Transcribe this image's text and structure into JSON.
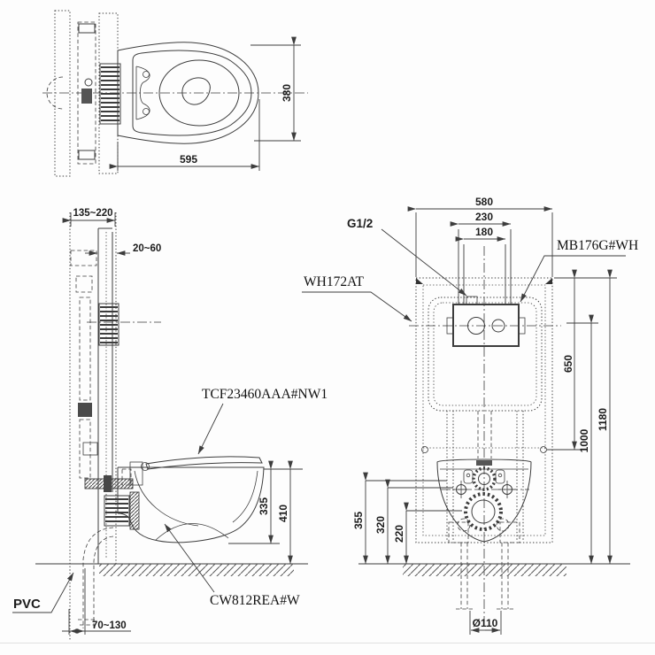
{
  "drawing": {
    "background": "#fdfdfd",
    "line_color": "#3d3d3d",
    "text_color": "#1c1c1c"
  },
  "plan_view": {
    "dim_width": "380",
    "dim_length": "595"
  },
  "side_view": {
    "dim_wall_depth": "135~220",
    "dim_finish_gap": "20~60",
    "dim_bowl_height": "335",
    "dim_rim_height": "410",
    "dim_outlet_offset": "70~130",
    "label_seat": "TCF23460AAA#NW1",
    "label_bowl": "CW812REA#W",
    "label_pipe": "PVC"
  },
  "front_view": {
    "dim_frame_width": "580",
    "dim_plate_cut_width": "230",
    "dim_plate_width": "180",
    "dim_tank_height": "650",
    "dim_supply_height": "1000",
    "dim_frame_height": "1180",
    "dim_bracket_height": "355",
    "dim_fix_height": "320",
    "dim_outlet_height": "220",
    "dim_drain": "Ø110",
    "label_supply_thread": "G1/2",
    "label_frame": "WH172AT",
    "label_push_plate": "MB176G#WH"
  }
}
